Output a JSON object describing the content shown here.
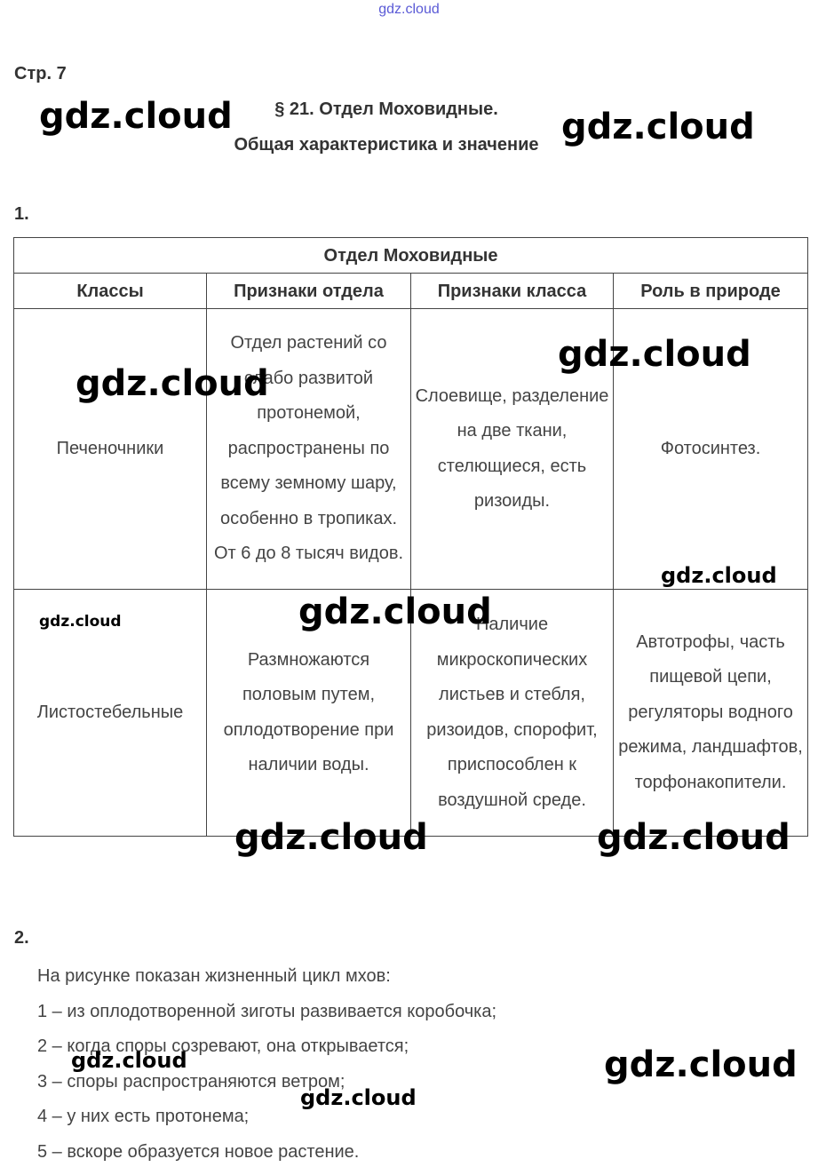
{
  "watermarks": {
    "top": "gdz.cloud",
    "main": "gdz.cloud"
  },
  "page_label": "Стр. 7",
  "title": {
    "line1": "§ 21. Отдел Моховидные.",
    "line2": "Общая характеристика и значение"
  },
  "q1": {
    "number": "1.",
    "table": {
      "caption": "Отдел Моховидные",
      "headers": [
        "Классы",
        "Признаки отдела",
        "Признаки класса",
        "Роль в природе"
      ],
      "rows": [
        {
          "class": "Печеночники",
          "division_features": "Отдел растений со слабо развитой протонемой, распространены по всему земному шару, особенно в тропиках. От 6 до 8 тысяч видов.",
          "class_features": "Слоевище, разделение на две ткани, стелющиеся, есть ризоиды.",
          "role": "Фотосинтез."
        },
        {
          "class": "Листостебельные",
          "division_features": "Размножаются половым путем, оплодотворение при наличии воды.",
          "class_features": "Наличие микроскопических листьев и стебля, ризоидов, спорофит, приспособлен к воздушной среде.",
          "role": "Автотрофы, часть пищевой цепи, регуляторы водного режима, ландшафтов, торфонакопители."
        }
      ]
    }
  },
  "q2": {
    "number": "2.",
    "lines": [
      "На рисунке показан жизненный цикл мхов:",
      "1 – из оплодотворенной зиготы развивается коробочка;",
      "2 – когда споры созревают, она открывается;",
      "3 – споры распространяются ветром;",
      "4 – у них есть протонема;",
      "5 – вскоре образуется новое растение."
    ]
  }
}
